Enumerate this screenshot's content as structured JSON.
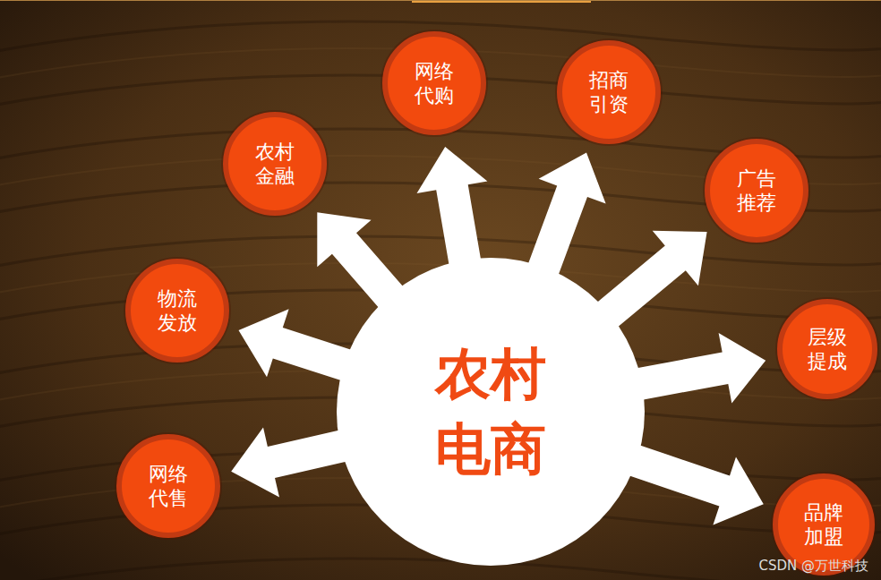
{
  "diagram": {
    "nodes": [
      {
        "text": [
          "农村 电商"
        ]
      },
      {
        "text": [
          "网络 代购"
        ]
      },
      {
        "text": [
          "招商 引资"
        ]
      },
      {
        "text": [
          "广告 推荐"
        ]
      },
      {
        "text": [
          "层级 提成"
        ]
      },
      {
        "text": [
          "品牌 加盟"
        ]
      },
      {
        "text": [
          "网络 代售"
        ]
      },
      {
        "text": [
          "物流 发放"
        ]
      },
      {
        "text": [
          "农村 金融"
        ]
      }
    ],
    "edges": [
      {
        "from": 0,
        "to": 1,
        "arrow": "to"
      },
      {
        "from": 0,
        "to": 2,
        "arrow": "to"
      },
      {
        "from": 0,
        "to": 3,
        "arrow": "to"
      },
      {
        "from": 0,
        "to": 4,
        "arrow": "to"
      },
      {
        "from": 0,
        "to": 5,
        "arrow": "to"
      },
      {
        "from": 0,
        "to": 6,
        "arrow": "to"
      },
      {
        "from": 0,
        "to": 7,
        "arrow": "to"
      },
      {
        "from": 0,
        "to": 8,
        "arrow": "to"
      }
    ],
    "labels": [
      "CSDN @万世科技"
    ]
  }
}
